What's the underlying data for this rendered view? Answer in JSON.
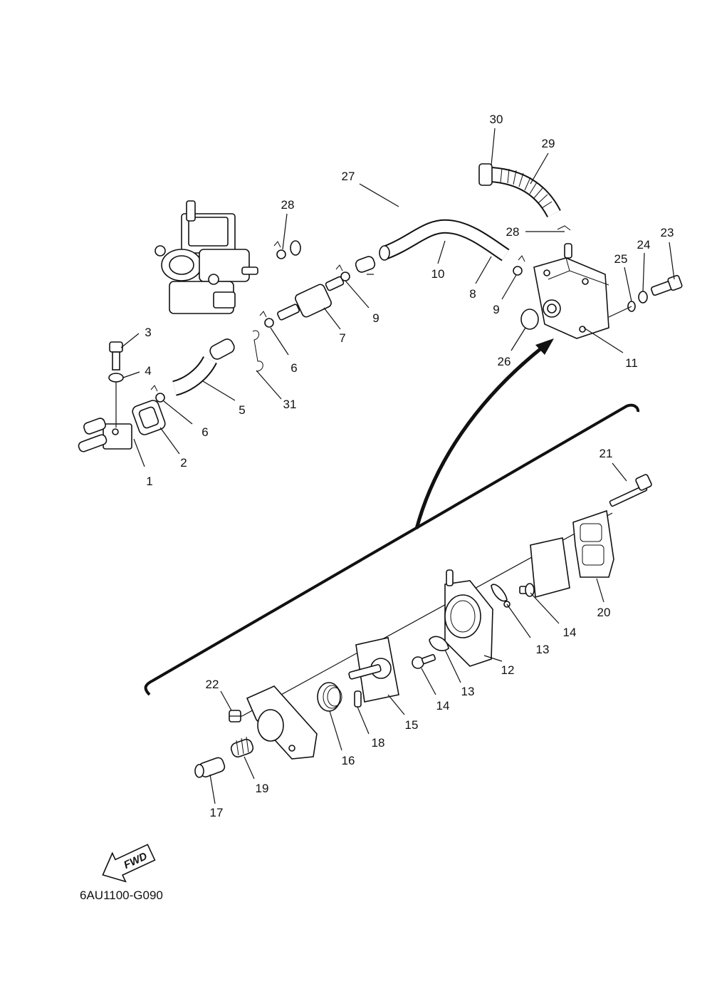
{
  "figure_code": "6AU1100-G090",
  "direction_label": "FWD",
  "callouts": [
    {
      "id": "c1",
      "label": "1"
    },
    {
      "id": "c2",
      "label": "2"
    },
    {
      "id": "c3",
      "label": "3"
    },
    {
      "id": "c4",
      "label": "4"
    },
    {
      "id": "c5",
      "label": "5"
    },
    {
      "id": "c6a",
      "label": "6"
    },
    {
      "id": "c6b",
      "label": "6"
    },
    {
      "id": "c7",
      "label": "7"
    },
    {
      "id": "c8",
      "label": "8"
    },
    {
      "id": "c9a",
      "label": "9"
    },
    {
      "id": "c9b",
      "label": "9"
    },
    {
      "id": "c10",
      "label": "10"
    },
    {
      "id": "c11",
      "label": "11"
    },
    {
      "id": "c12",
      "label": "12"
    },
    {
      "id": "c13a",
      "label": "13"
    },
    {
      "id": "c13b",
      "label": "13"
    },
    {
      "id": "c14a",
      "label": "14"
    },
    {
      "id": "c14b",
      "label": "14"
    },
    {
      "id": "c15",
      "label": "15"
    },
    {
      "id": "c16",
      "label": "16"
    },
    {
      "id": "c17",
      "label": "17"
    },
    {
      "id": "c18",
      "label": "18"
    },
    {
      "id": "c19",
      "label": "19"
    },
    {
      "id": "c20",
      "label": "20"
    },
    {
      "id": "c21",
      "label": "21"
    },
    {
      "id": "c22",
      "label": "22"
    },
    {
      "id": "c23",
      "label": "23"
    },
    {
      "id": "c24",
      "label": "24"
    },
    {
      "id": "c25",
      "label": "25"
    },
    {
      "id": "c26",
      "label": "26"
    },
    {
      "id": "c27",
      "label": "27"
    },
    {
      "id": "c28a",
      "label": "28"
    },
    {
      "id": "c28b",
      "label": "28"
    },
    {
      "id": "c29",
      "label": "29"
    },
    {
      "id": "c30",
      "label": "30"
    },
    {
      "id": "c31",
      "label": "31"
    }
  ]
}
